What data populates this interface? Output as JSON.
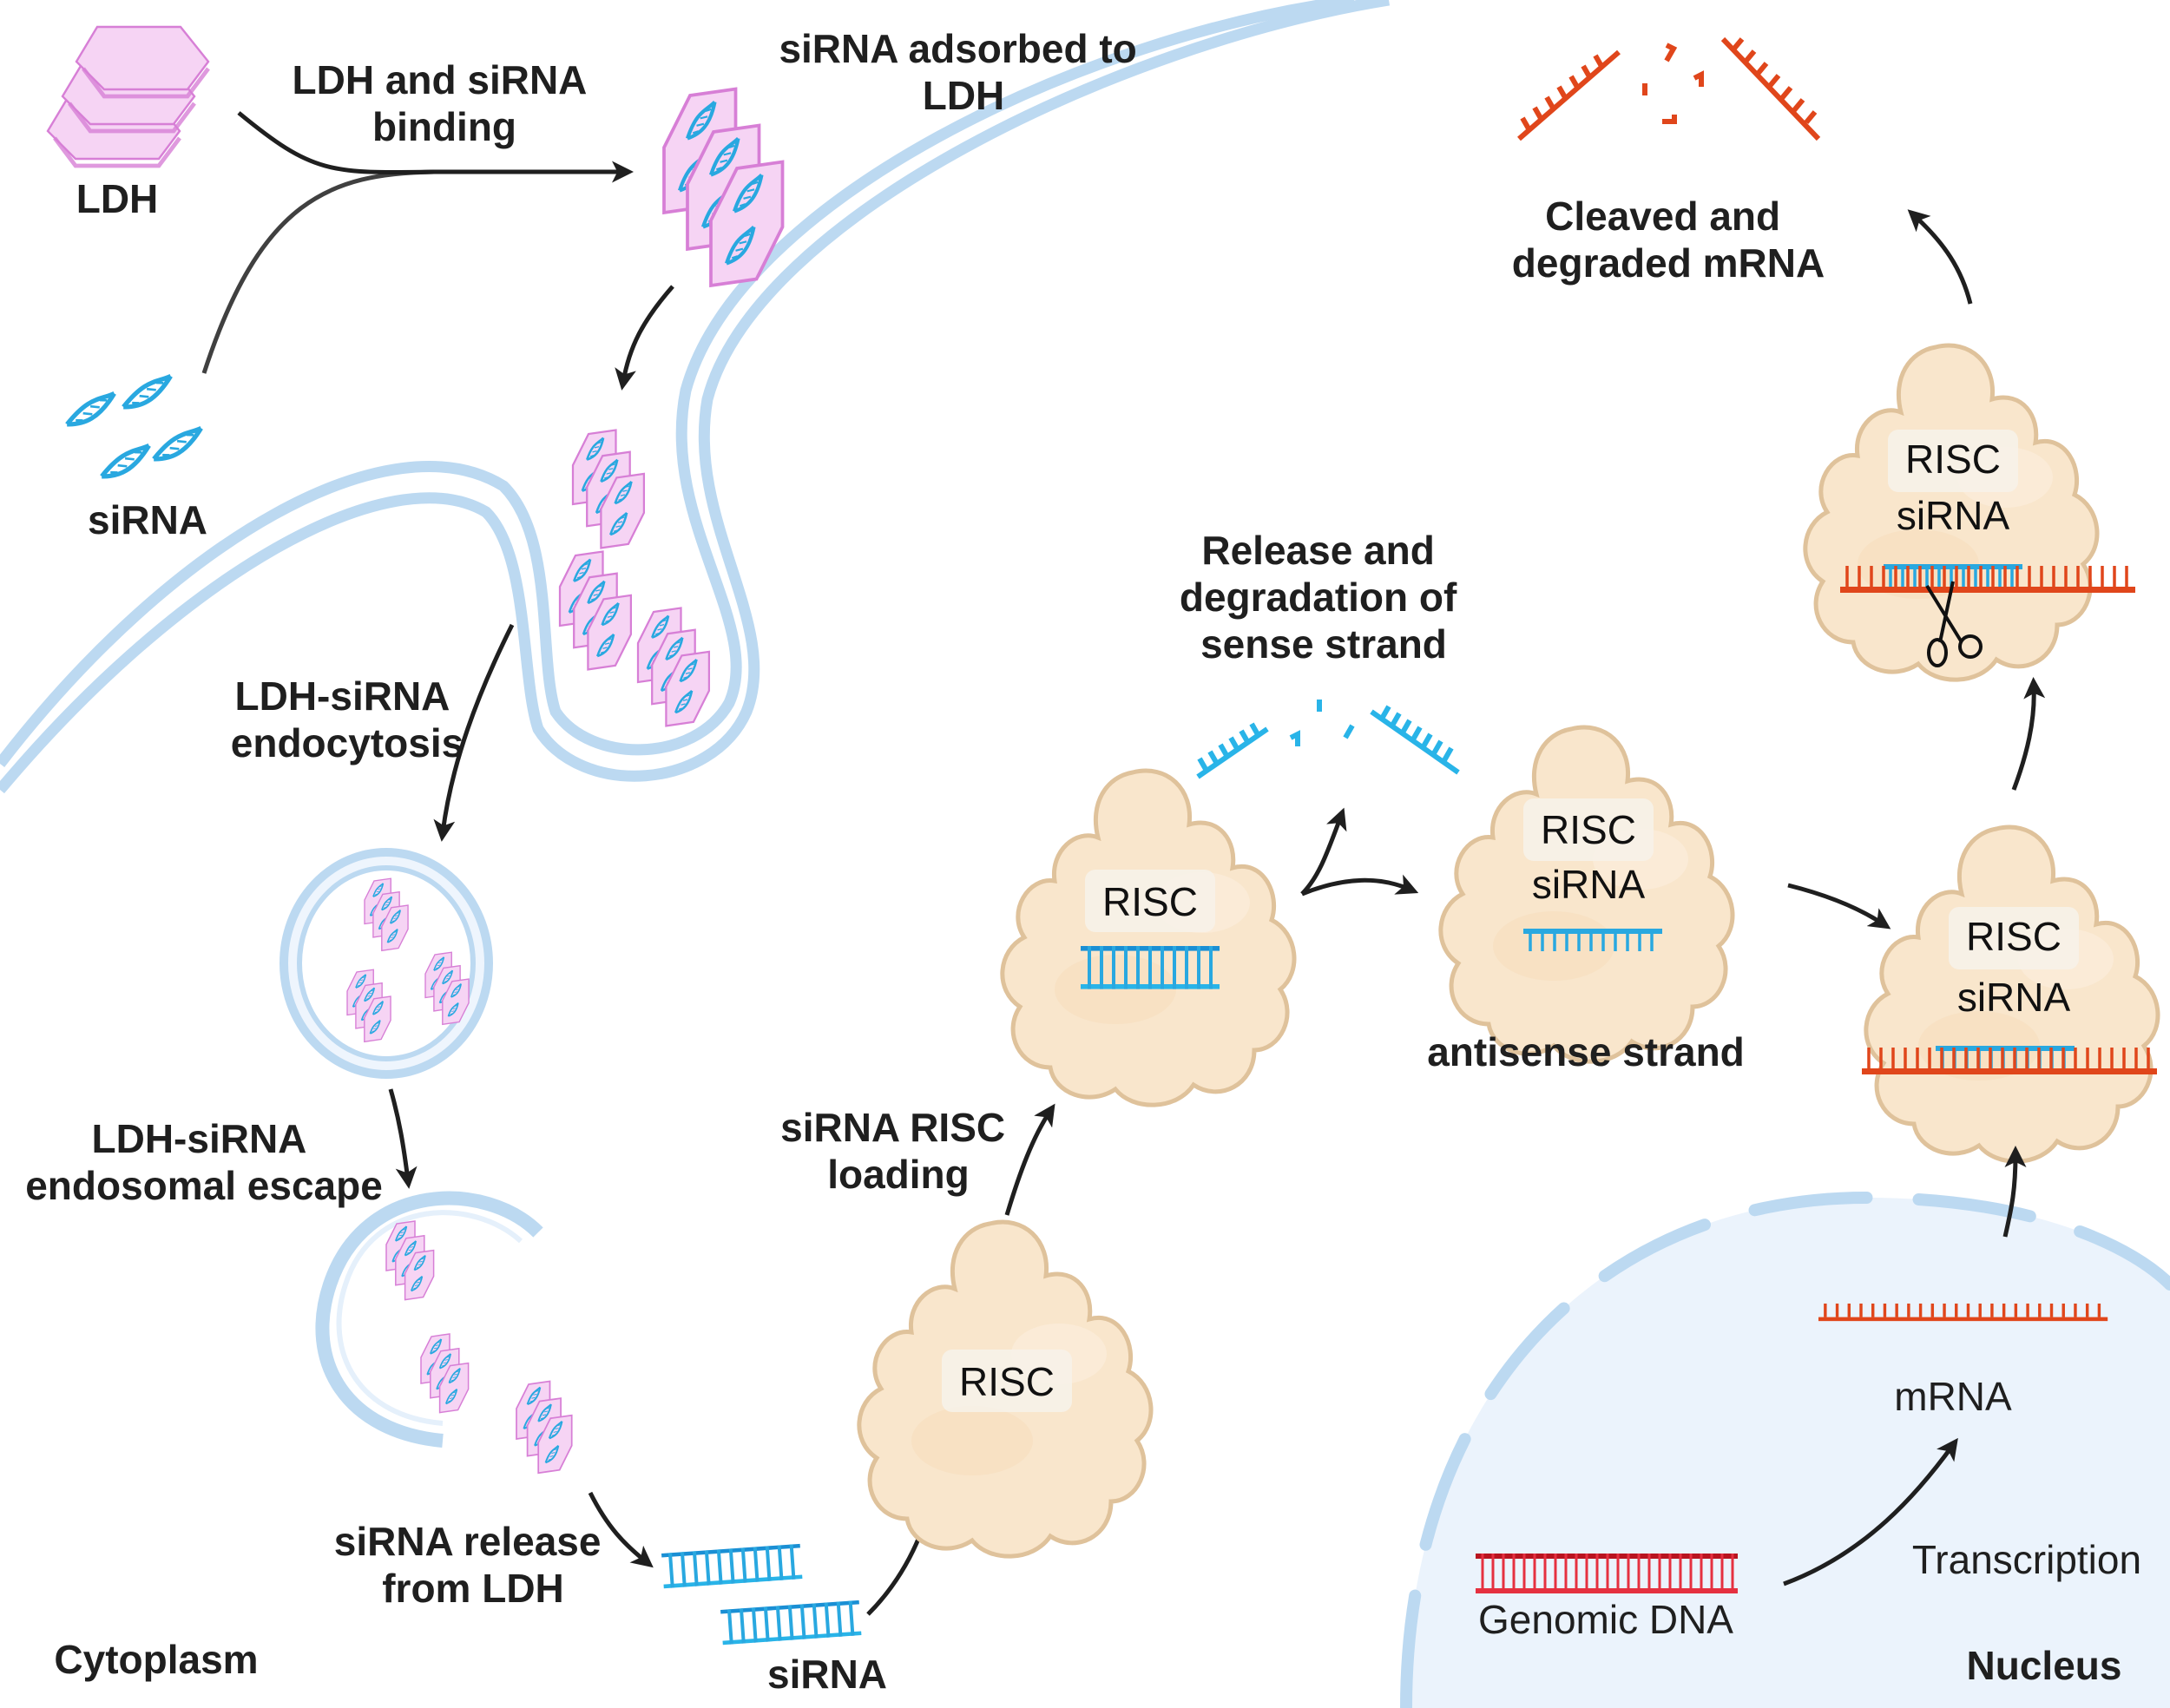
{
  "title": "LDH-mediated siRNA delivery and RNA interference pathway",
  "colors": {
    "ldh_fill": "#f6d4f4",
    "ldh_edge": "#d77fd6",
    "sirna_blue": "#29a8e0",
    "mrna_red": "#e0461b",
    "dna_red": "#e53040",
    "risc_fill": "#f9e6cc",
    "risc_edge": "#dfc29b",
    "membrane_blue": "#bcd9f1",
    "nucleus_fill": "#ebf3fc",
    "arrow": "#1f1f1f"
  },
  "labels": {
    "ldh": "LDH",
    "sirna_free": "siRNA",
    "binding": [
      "LDH and siRNA",
      "binding"
    ],
    "adsorbed": [
      "siRNA adsorbed to",
      "LDH"
    ],
    "endocytosis": [
      "LDH-siRNA",
      "endocytosis"
    ],
    "escape": [
      "LDH-siRNA",
      "endosomal escape"
    ],
    "release": [
      "siRNA release",
      "from LDH"
    ],
    "sirna_duplex": "siRNA",
    "risc_loading": [
      "siRNA RISC",
      "loading"
    ],
    "sense_degradation": [
      "Release and",
      "degradation of",
      "sense strand"
    ],
    "antisense": "antisense strand",
    "cleaved": [
      "Cleaved and",
      "degraded mRNA"
    ],
    "mrna": "mRNA",
    "genomic_dna": "Genomic DNA",
    "transcription": "Transcription",
    "cytoplasm": "Cytoplasm",
    "nucleus": "Nucleus"
  },
  "risc_complexes": [
    {
      "name": "risc-empty",
      "label": "RISC"
    },
    {
      "name": "risc-duplex",
      "label": "RISC"
    },
    {
      "name": "risc-antisense",
      "label": "RISC",
      "sub": "siRNA"
    },
    {
      "name": "risc-target",
      "label": "RISC",
      "sub": "siRNA"
    },
    {
      "name": "risc-cleaving",
      "label": "RISC",
      "sub": "siRNA"
    }
  ],
  "icons": {
    "scissors": "scissors-icon",
    "dna_helix": "dna-helix-icon",
    "ldh_plate": "ldh-plate-icon"
  }
}
